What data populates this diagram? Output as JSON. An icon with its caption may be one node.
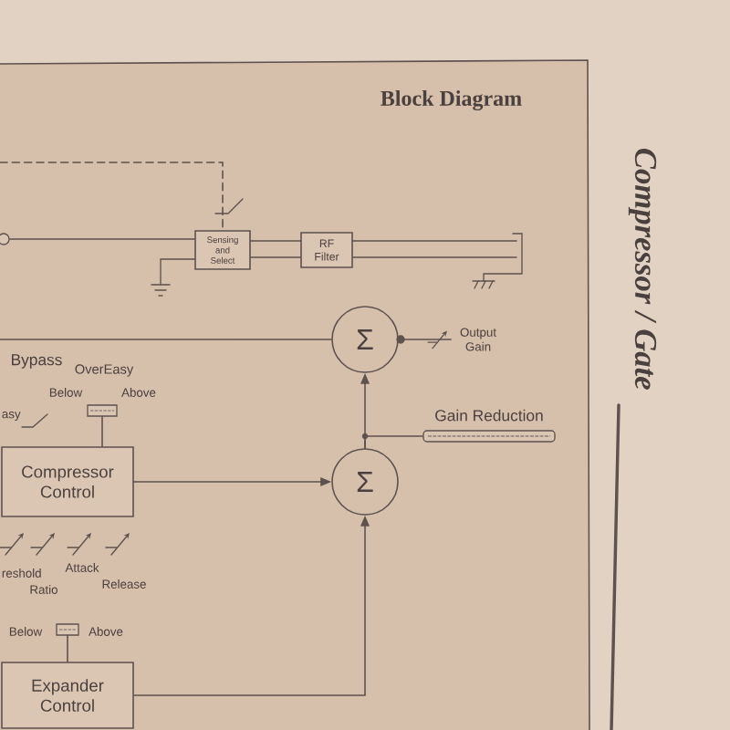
{
  "diagram": {
    "title": "Block Diagram",
    "nodes": [
      {
        "text": [],
        "shape": "circle"
      },
      {
        "text": [
          "Sensing and Select"
        ]
      },
      {
        "text": [
          "RF Filter"
        ]
      },
      {
        "text": [
          "Σ"
        ]
      },
      {
        "text": [],
        "shape": "circle"
      },
      {
        "text": [
          "Output Gain"
        ]
      },
      {
        "text": [],
        "shape": "box",
        "beside": [
          "OverEasy",
          "Below",
          "Above"
        ]
      },
      {
        "text": [
          "Gain Reduction"
        ]
      },
      {
        "text": [
          "Compressor Control"
        ]
      },
      {
        "text": [
          "Σ"
        ]
      },
      {
        "text": [],
        "shape": "box",
        "beside": [
          "Below",
          "Above"
        ]
      },
      {
        "text": [
          "Expander Control"
        ]
      }
    ],
    "edges": [
      {
        "from": null,
        "to": 1,
        "arrow": "none",
        "style": "dashed"
      },
      {
        "from": 0,
        "to": 1,
        "arrow": "none"
      },
      {
        "from": 1,
        "to": 2,
        "arrow": "none"
      },
      {
        "from": 2,
        "to": null,
        "arrow": "none"
      },
      {
        "from": null,
        "to": 3,
        "arrow": "none"
      },
      {
        "from": 5,
        "to": 4,
        "arrow": "none"
      },
      {
        "from": 9,
        "to": 3,
        "arrow": "to"
      },
      {
        "from": 9,
        "to": 7,
        "arrow": "none"
      },
      {
        "from": 6,
        "to": 8,
        "arrow": "none"
      },
      {
        "from": 8,
        "to": 9,
        "arrow": "to"
      },
      {
        "from": 10,
        "to": 11,
        "arrow": "none"
      },
      {
        "from": 11,
        "to": 9,
        "arrow": "to"
      }
    ],
    "labels": [
      "Compressor / Gate",
      "Bypass",
      "asy",
      "reshold",
      "Ratio",
      "Attack",
      "Release"
    ]
  }
}
